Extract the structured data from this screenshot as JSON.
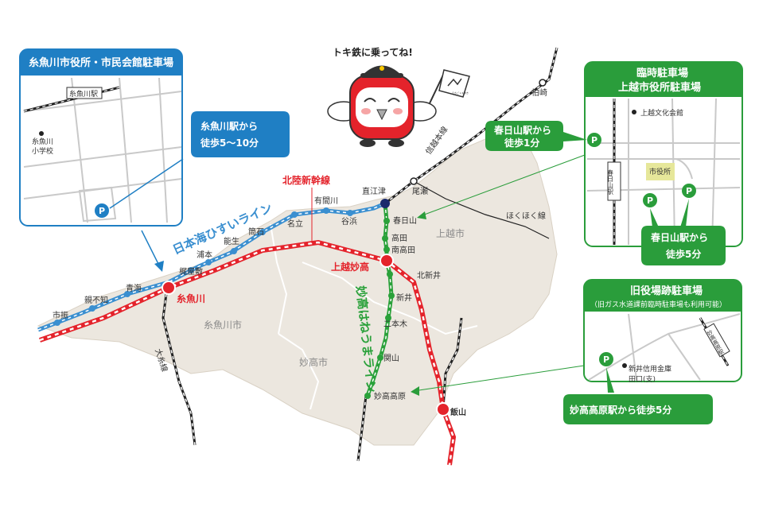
{
  "mascot_caption": "トキ鉄に乗ってね!",
  "flag_text": "えちごトキめき",
  "lines": {
    "hokuriku": "北陸新幹線",
    "hisui": "日本海ひすいライン",
    "myoko": "妙高はねうまライン",
    "shinetsu": "信越本線",
    "hokuhoku": "ほくほく線",
    "oito": "大糸線",
    "naoetsu_mark": "直江津"
  },
  "cities": {
    "joetsu": "上越市",
    "itoigawa": "糸魚川市",
    "myoko": "妙高市"
  },
  "stations": {
    "itoigawa": "糸魚川",
    "joetsu_myoko": "上越妙高",
    "iiyama": "飯山",
    "naoetsu": "直江津",
    "kasugayama": "春日山",
    "takada": "高田",
    "minamitakada": "南高田",
    "kitaarai": "北新井",
    "arai": "新井",
    "nihongi": "二本木",
    "sekiyama": "関山",
    "myokokogen": "妙高高原",
    "ichiburi": "市振",
    "oyashirazu": "親不知",
    "omi": "青海",
    "kajiyashiki": "梶屋敷",
    "urahon": "浦本",
    "nou": "能生",
    "tsutsuishi": "筒石",
    "nadachi": "名立",
    "arimagawa": "有間川",
    "tanihama": "谷浜",
    "kashiwazaki": "柏崎",
    "yoshikawa": "尾瀬"
  },
  "panel_itoigawa": {
    "title": "糸魚川市役所・市民会館駐車場",
    "station_tag": "糸魚川駅",
    "school": "糸魚川\n小学校",
    "school_l1": "糸魚川",
    "school_l2": "小学校",
    "callout_l1": "糸魚川駅から",
    "callout_l2": "徒歩5〜10分",
    "p": "P"
  },
  "panel_joetsu": {
    "title_l1": "臨時駐車場",
    "title_l2": "上越市役所駐車場",
    "culture": "上越文化会館",
    "station_tag": "春日山駅",
    "cityhall": "市役所",
    "callout_a_l1": "春日山駅から",
    "callout_a_l2": "徒歩1分",
    "callout_b_l1": "春日山駅から",
    "callout_b_l2": "徒歩5分",
    "p": "P"
  },
  "panel_myoko": {
    "title": "旧役場跡駐車場",
    "subtitle": "（旧ガス水道課前臨時駐車場も利用可能）",
    "bank_l1": "新井信用金庫",
    "bank_l2": "田口(支)",
    "station_tag": "妙高高原駅",
    "callout": "妙高高原駅から徒歩5分",
    "p": "P"
  },
  "colors": {
    "land": "#ece7df",
    "hisui": "#3a8fd0",
    "myoko": "#2aa13a",
    "shinkansen": "#e4232b",
    "panel_blue": "#1f7fc4",
    "panel_green": "#2a9d3b",
    "joetsu_text": "#d81e28"
  }
}
